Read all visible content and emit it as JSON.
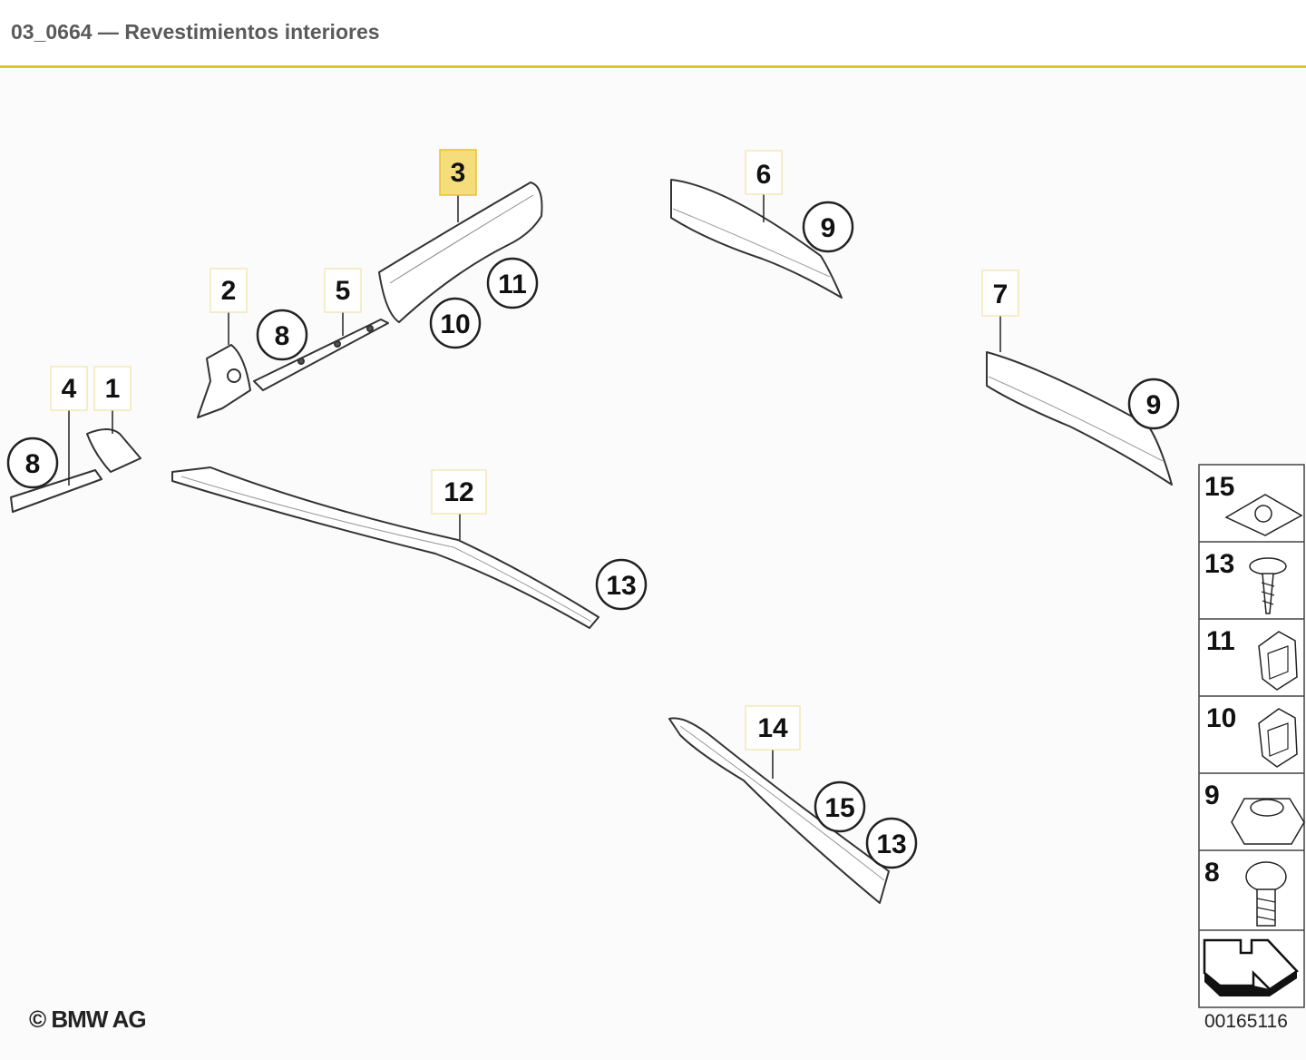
{
  "header": {
    "title": "03_0664 — Revestimientos interiores"
  },
  "diagram": {
    "copyright": "© BMW AG",
    "drawing_id": "00165116",
    "highlight_color": "#f6dd7c",
    "accent_color": "#e8c12c",
    "callouts": {
      "c3": "3",
      "c6": "6",
      "c9a": "9",
      "c2": "2",
      "c5": "5",
      "c11": "11",
      "c8a": "8",
      "c10": "10",
      "c7": "7",
      "c4": "4",
      "c1": "1",
      "c9b": "9",
      "c8b": "8",
      "c12": "12",
      "c13a": "13",
      "c14": "14",
      "c15": "15",
      "c13b": "13"
    },
    "legend": {
      "l15": "15",
      "l13": "13",
      "l11": "11",
      "l10": "10",
      "l9": "9",
      "l8": "8"
    }
  }
}
